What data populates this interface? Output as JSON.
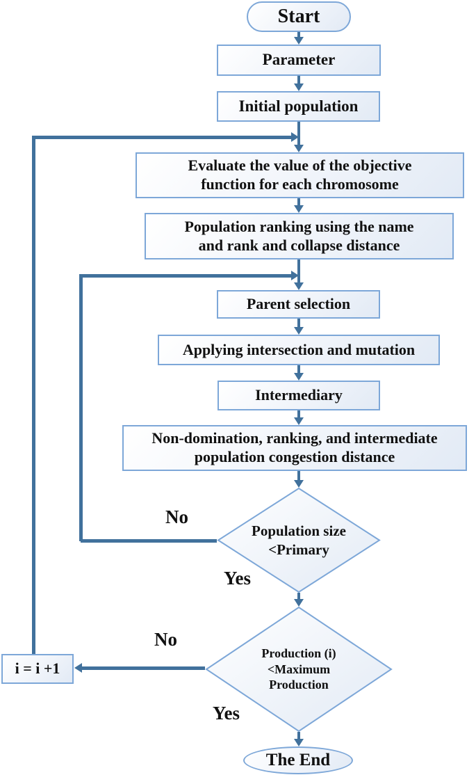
{
  "flowchart": {
    "nodes": {
      "start": {
        "label": "Start"
      },
      "parameter": {
        "label": "Parameter"
      },
      "initial_population": {
        "label": "Initial population"
      },
      "evaluate": {
        "label": "Evaluate the value of the objective\nfunction for each chromosome"
      },
      "ranking": {
        "label": "Population ranking using the name\nand rank and collapse distance"
      },
      "parent_selection": {
        "label": "Parent selection"
      },
      "crossover": {
        "label": "Applying intersection and mutation"
      },
      "intermediary": {
        "label": "Intermediary"
      },
      "non_domination": {
        "label": "Non-domination, ranking, and intermediate\npopulation congestion distance"
      },
      "decision_population": {
        "label": "Population size\n<Primary"
      },
      "decision_production": {
        "label": "Production (i)\n<Maximum\nProduction"
      },
      "increment": {
        "label": "i = i +1"
      },
      "end": {
        "label": "The End"
      }
    },
    "edge_labels": {
      "population_no": "No",
      "population_yes": "Yes",
      "production_no": "No",
      "production_yes": "Yes"
    },
    "colors": {
      "connector": "#41719c",
      "shape_border": "#7da7d8",
      "shape_fill_light": "#ffffff",
      "shape_fill_dark": "#e2eaf5",
      "text": "#111111"
    }
  }
}
